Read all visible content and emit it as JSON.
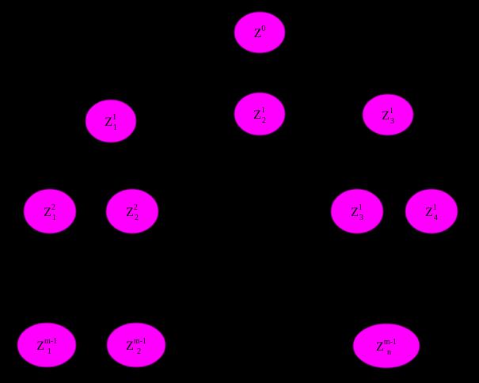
{
  "colors": {
    "background": "#000000",
    "node_fill": "#ff00ff",
    "node_stroke": "#7a007a",
    "text": "#000000"
  },
  "nodes": [
    {
      "id": "z0",
      "base": "Z",
      "sup": "0",
      "sub": ""
    },
    {
      "id": "z1-1",
      "base": "Z",
      "sup": "1",
      "sub": "1"
    },
    {
      "id": "z1-2",
      "base": "Z",
      "sup": "1",
      "sub": "2"
    },
    {
      "id": "z1-3",
      "base": "Z",
      "sup": "1",
      "sub": "3"
    },
    {
      "id": "z2-1",
      "base": "Z",
      "sup": "2",
      "sub": "1"
    },
    {
      "id": "z2-2",
      "base": "Z",
      "sup": "2",
      "sub": "2"
    },
    {
      "id": "z1-3b",
      "base": "Z",
      "sup": "1",
      "sub": "3"
    },
    {
      "id": "z1-4",
      "base": "Z",
      "sup": "1",
      "sub": "4"
    },
    {
      "id": "zm1-1",
      "base": "Z",
      "sup": "m-1",
      "sub": "1"
    },
    {
      "id": "zm1-2",
      "base": "Z",
      "sup": "m-1",
      "sub": "2"
    },
    {
      "id": "zm1-n",
      "base": "Z",
      "sup": "m-1",
      "sub": "n"
    }
  ]
}
